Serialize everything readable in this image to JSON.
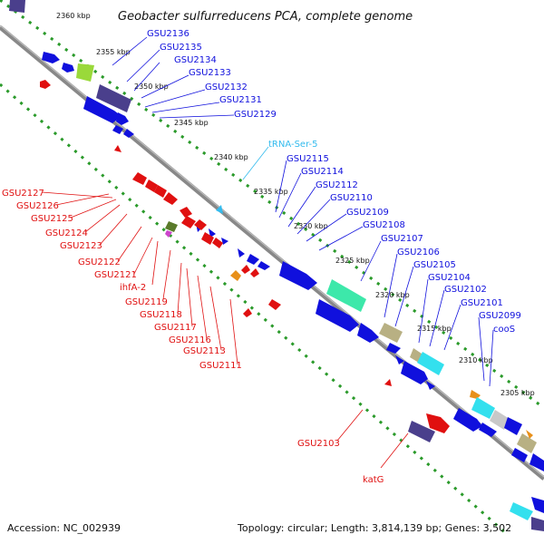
{
  "title": "Geobacter sulfurreducens PCA, complete genome",
  "footer": {
    "accession": "Accession: NC_002939",
    "topology": "Topology: circular; Length: 3,814,139 bp; Genes: 3,502"
  },
  "kbp_labels": [
    "2360 kbp",
    "2355 kbp",
    "2350 kbp",
    "2345 kbp",
    "2340 kbp",
    "2335 kbp",
    "2330 kbp",
    "2325 kbp",
    "2320 kbp",
    "2315 kbp",
    "2310 kbp",
    "2305 kbp"
  ],
  "colors": {
    "forward": "#1010dd",
    "reverse": "#e01010",
    "trna": "#33bbee",
    "backbone": "#888888",
    "tick": "#2a9a2a"
  },
  "blue_labels": [
    "GSU2136",
    "GSU2135",
    "GSU2134",
    "GSU2133",
    "GSU2132",
    "GSU2131",
    "GSU2129",
    "tRNA-Ser-5",
    "GSU2115",
    "GSU2114",
    "GSU2112",
    "GSU2110",
    "GSU2109",
    "GSU2108",
    "GSU2107",
    "GSU2106",
    "GSU2105",
    "GSU2104",
    "GSU2102",
    "GSU2101",
    "GSU2099",
    "cooS"
  ],
  "red_labels": [
    "GSU2127",
    "GSU2126",
    "GSU2125",
    "GSU2124",
    "GSU2123",
    "GSU2122",
    "GSU2121",
    "ihfA-2",
    "GSU2119",
    "GSU2118",
    "GSU2117",
    "GSU2116",
    "GSU2113",
    "GSU2111",
    "GSU2103",
    "katG"
  ]
}
